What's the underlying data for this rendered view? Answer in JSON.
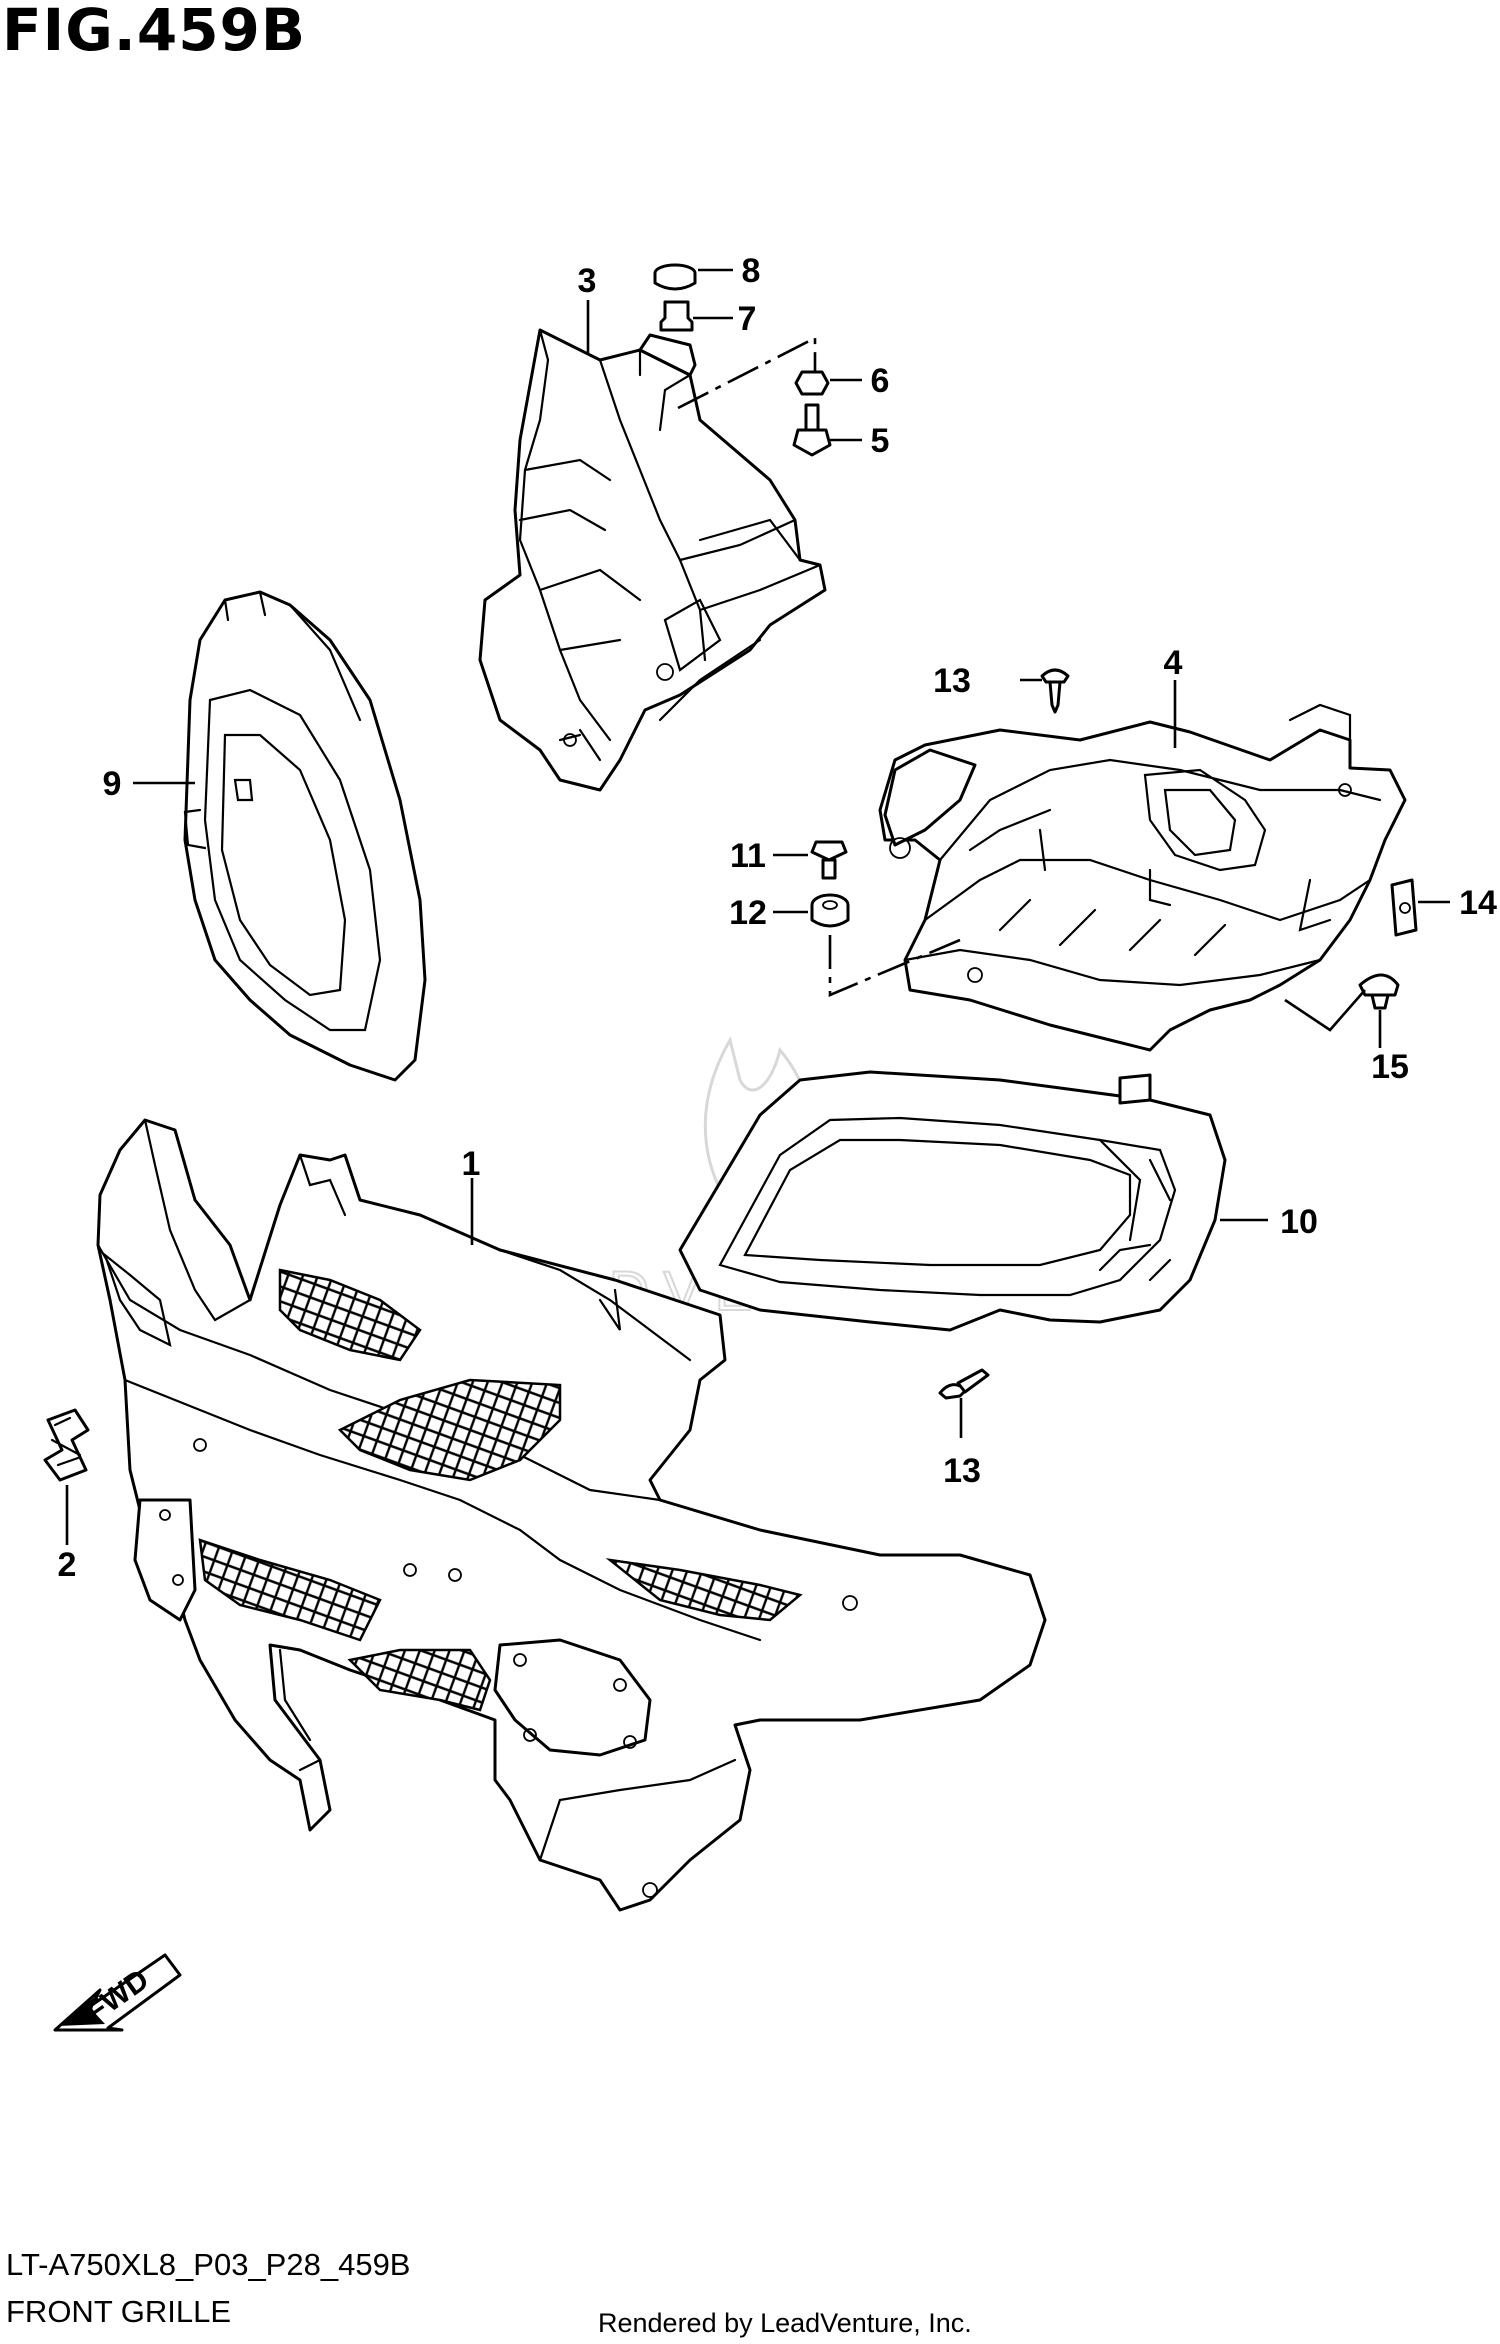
{
  "figure": {
    "title": "FIG.459B",
    "model_code": "LT-A750XL8_P03_P28_459B",
    "name": "FRONT GRILLE",
    "credit": "Rendered by LeadVenture, Inc."
  },
  "watermark": "LEADVENTURE",
  "direction_arrow": "FWD",
  "callouts": [
    {
      "id": "c1",
      "label": "1"
    },
    {
      "id": "c2",
      "label": "2"
    },
    {
      "id": "c3",
      "label": "3"
    },
    {
      "id": "c4",
      "label": "4"
    },
    {
      "id": "c5",
      "label": "5"
    },
    {
      "id": "c6",
      "label": "6"
    },
    {
      "id": "c7",
      "label": "7"
    },
    {
      "id": "c8",
      "label": "8"
    },
    {
      "id": "c9",
      "label": "9"
    },
    {
      "id": "c10",
      "label": "10"
    },
    {
      "id": "c11",
      "label": "11"
    },
    {
      "id": "c12",
      "label": "12"
    },
    {
      "id": "c13a",
      "label": "13"
    },
    {
      "id": "c13b",
      "label": "13"
    },
    {
      "id": "c14",
      "label": "14"
    },
    {
      "id": "c15",
      "label": "15"
    }
  ]
}
